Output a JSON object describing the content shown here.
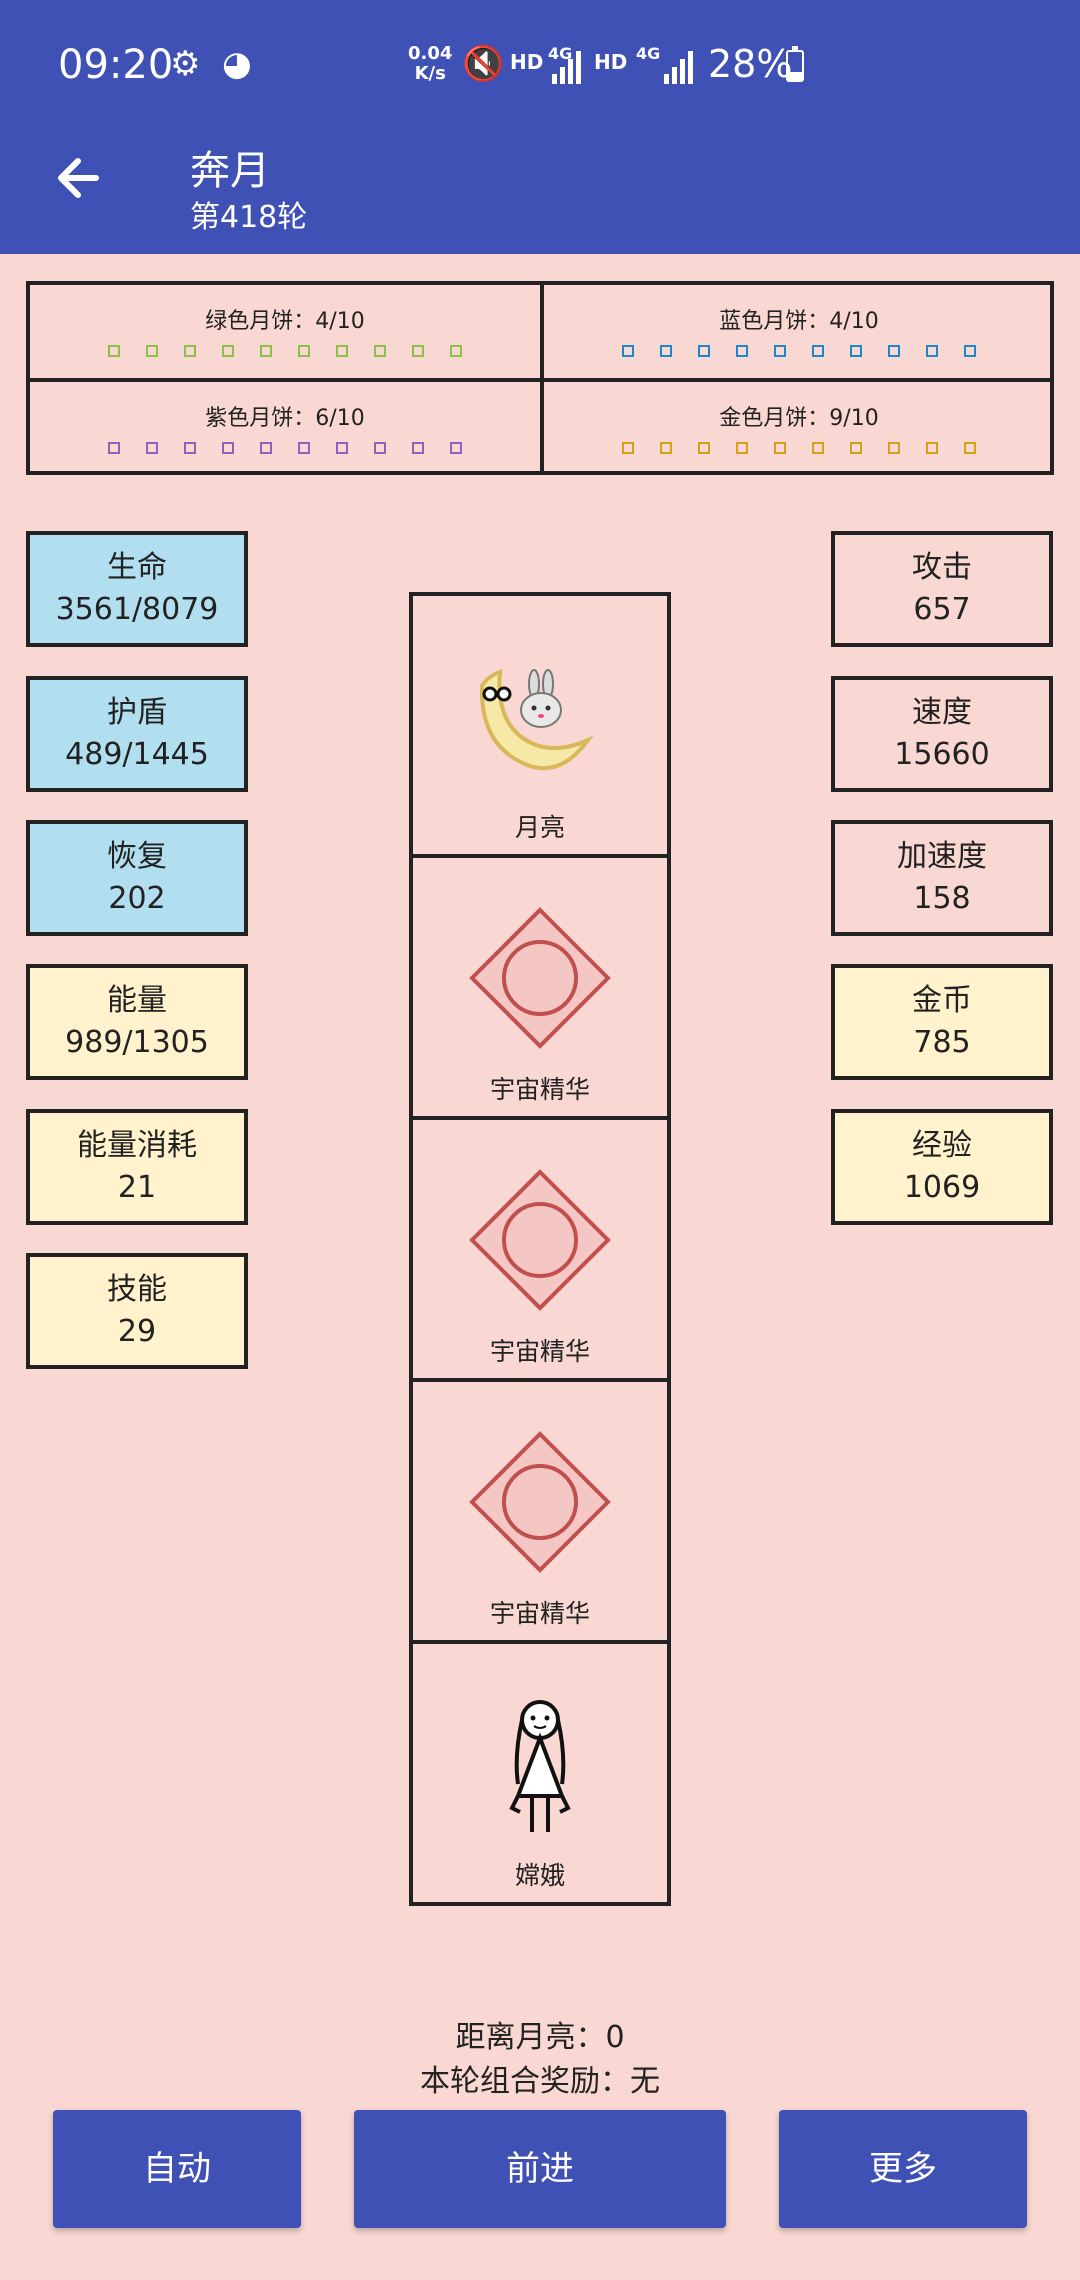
{
  "status_bar": {
    "time": "09:20",
    "net_speed_value": "0.04",
    "net_speed_unit": "K/s",
    "hd1": "HD",
    "net1": "4G",
    "hd2": "HD",
    "net2": "4G",
    "battery_text": "28%",
    "battery_level": 0.28
  },
  "app_bar": {
    "title": "奔月",
    "subtitle": "第418轮"
  },
  "mooncakes": [
    {
      "label": "绿色月饼：4/10",
      "color": "#8bc34a"
    },
    {
      "label": "蓝色月饼：4/10",
      "color": "#1e88c8"
    },
    {
      "label": "紫色月饼：6/10",
      "color": "#8e63b8"
    },
    {
      "label": "金色月饼：9/10",
      "color": "#d4a017"
    }
  ],
  "left_stats": [
    {
      "name": "生命",
      "value": "3561/8079"
    },
    {
      "name": "护盾",
      "value": "489/1445"
    },
    {
      "name": "恢复",
      "value": "202"
    },
    {
      "name": "能量",
      "value": "989/1305"
    },
    {
      "name": "能量消耗",
      "value": "21"
    },
    {
      "name": "技能",
      "value": "29"
    }
  ],
  "right_stats": [
    {
      "name": "攻击",
      "value": "657"
    },
    {
      "name": "速度",
      "value": "15660"
    },
    {
      "name": "加速度",
      "value": "158"
    },
    {
      "name": "金币",
      "value": "785"
    },
    {
      "name": "经验",
      "value": "1069"
    }
  ],
  "column": [
    {
      "label": "月亮",
      "icon": "moon-rabbit-icon"
    },
    {
      "label": "宇宙精华",
      "icon": "cosmic-essence-icon"
    },
    {
      "label": "宇宙精华",
      "icon": "cosmic-essence-icon"
    },
    {
      "label": "宇宙精华",
      "icon": "cosmic-essence-icon"
    },
    {
      "label": "嫦娥",
      "icon": "change-figure-icon"
    }
  ],
  "info": {
    "distance": "距离月亮：0",
    "combo": "本轮组合奖励：无"
  },
  "buttons": {
    "auto": "自动",
    "forward": "前进",
    "more": "更多"
  },
  "colors": {
    "primary": "#3f51b5",
    "background": "#f9d8d3",
    "stat_blue": "#b2dff0",
    "stat_yellow": "#fff2cc",
    "essence_red": "#c0504d"
  }
}
